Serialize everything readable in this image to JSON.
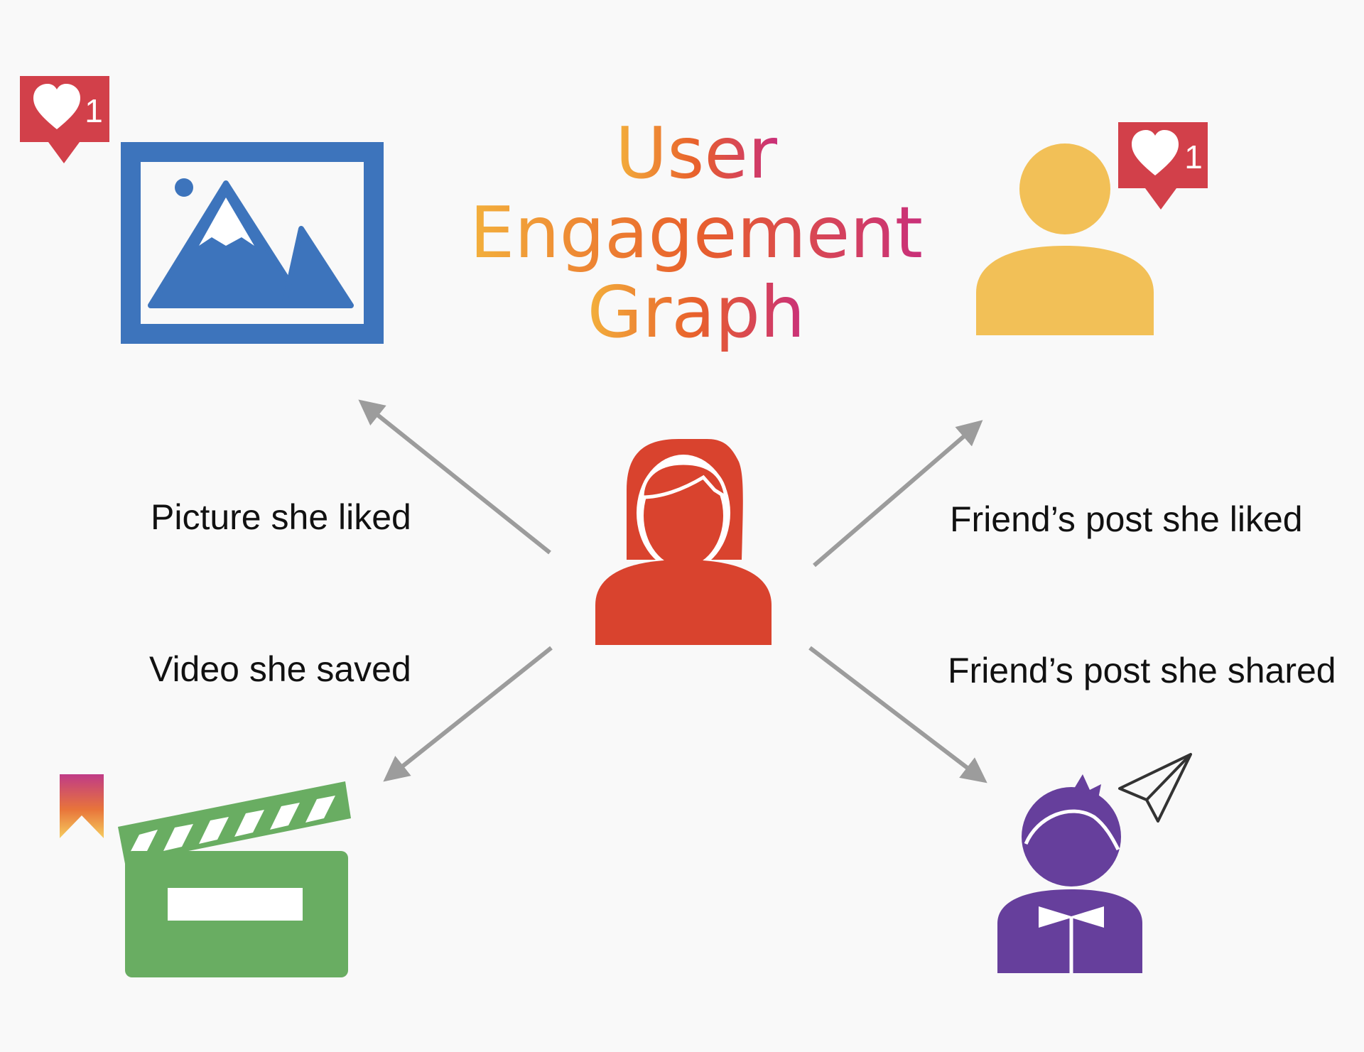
{
  "title": {
    "lines": [
      "User",
      "Engagement",
      "Graph"
    ]
  },
  "edges": [
    {
      "label": "Picture she liked"
    },
    {
      "label": "Video she saved"
    },
    {
      "label": "Friend’s post she liked"
    },
    {
      "label": "Friend’s post she shared"
    }
  ],
  "badges": {
    "picture_like_count": "1",
    "friend_like_count": "1"
  },
  "colors": {
    "title_gradient": [
      "#f3b03c",
      "#e8602c",
      "#c9307a"
    ],
    "picture_icon": "#3d74bc",
    "friend_icon": "#f2c057",
    "center_user": "#d9432e",
    "video_icon": "#69ad62",
    "shared_friend_icon": "#663f9c",
    "like_badge": "#d2404a",
    "arrow": "#9c9c9c",
    "bookmark_gradient": [
      "#c03b87",
      "#e8743a",
      "#f6cd5f"
    ]
  },
  "icons": {
    "picture": "landscape-picture-icon",
    "friend": "person-icon",
    "center": "woman-user-icon",
    "video": "clapperboard-icon",
    "shared_friend": "boy-person-icon",
    "like": "heart-icon",
    "bookmark": "bookmark-icon",
    "send": "paper-plane-icon"
  }
}
